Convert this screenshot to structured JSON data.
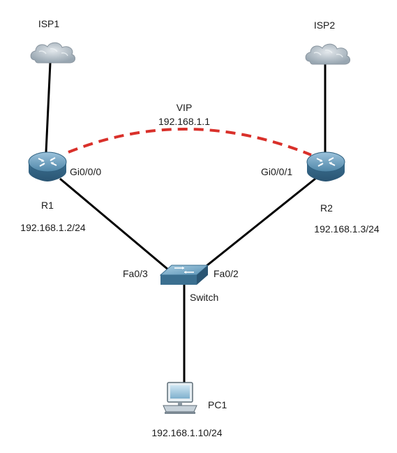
{
  "diagram": {
    "isp1": {
      "label": "ISP1"
    },
    "isp2": {
      "label": "ISP2"
    },
    "vip": {
      "label": "VIP",
      "address": "192.168.1.1"
    },
    "r1": {
      "label": "R1",
      "address": "192.168.1.2/24",
      "interface": "Gi0/0/0"
    },
    "r2": {
      "label": "R2",
      "address": "192.168.1.3/24",
      "interface": "Gi0/0/1"
    },
    "switch": {
      "label": "Switch",
      "port_left": "Fa0/3",
      "port_right": "Fa0/2"
    },
    "pc1": {
      "label": "PC1",
      "address": "192.168.1.10/24"
    }
  },
  "colors": {
    "link": "#000000",
    "vip_link": "#d9302a",
    "cloud": "#b9c4cc",
    "router": "#5b8fb0",
    "switch": "#4f86a8",
    "pc": "#3f6f8f"
  },
  "icons": {
    "isp1": "cloud-icon",
    "isp2": "cloud-icon",
    "r1": "router-icon",
    "r2": "router-icon",
    "switch": "switch-icon",
    "pc1": "pc-icon"
  }
}
